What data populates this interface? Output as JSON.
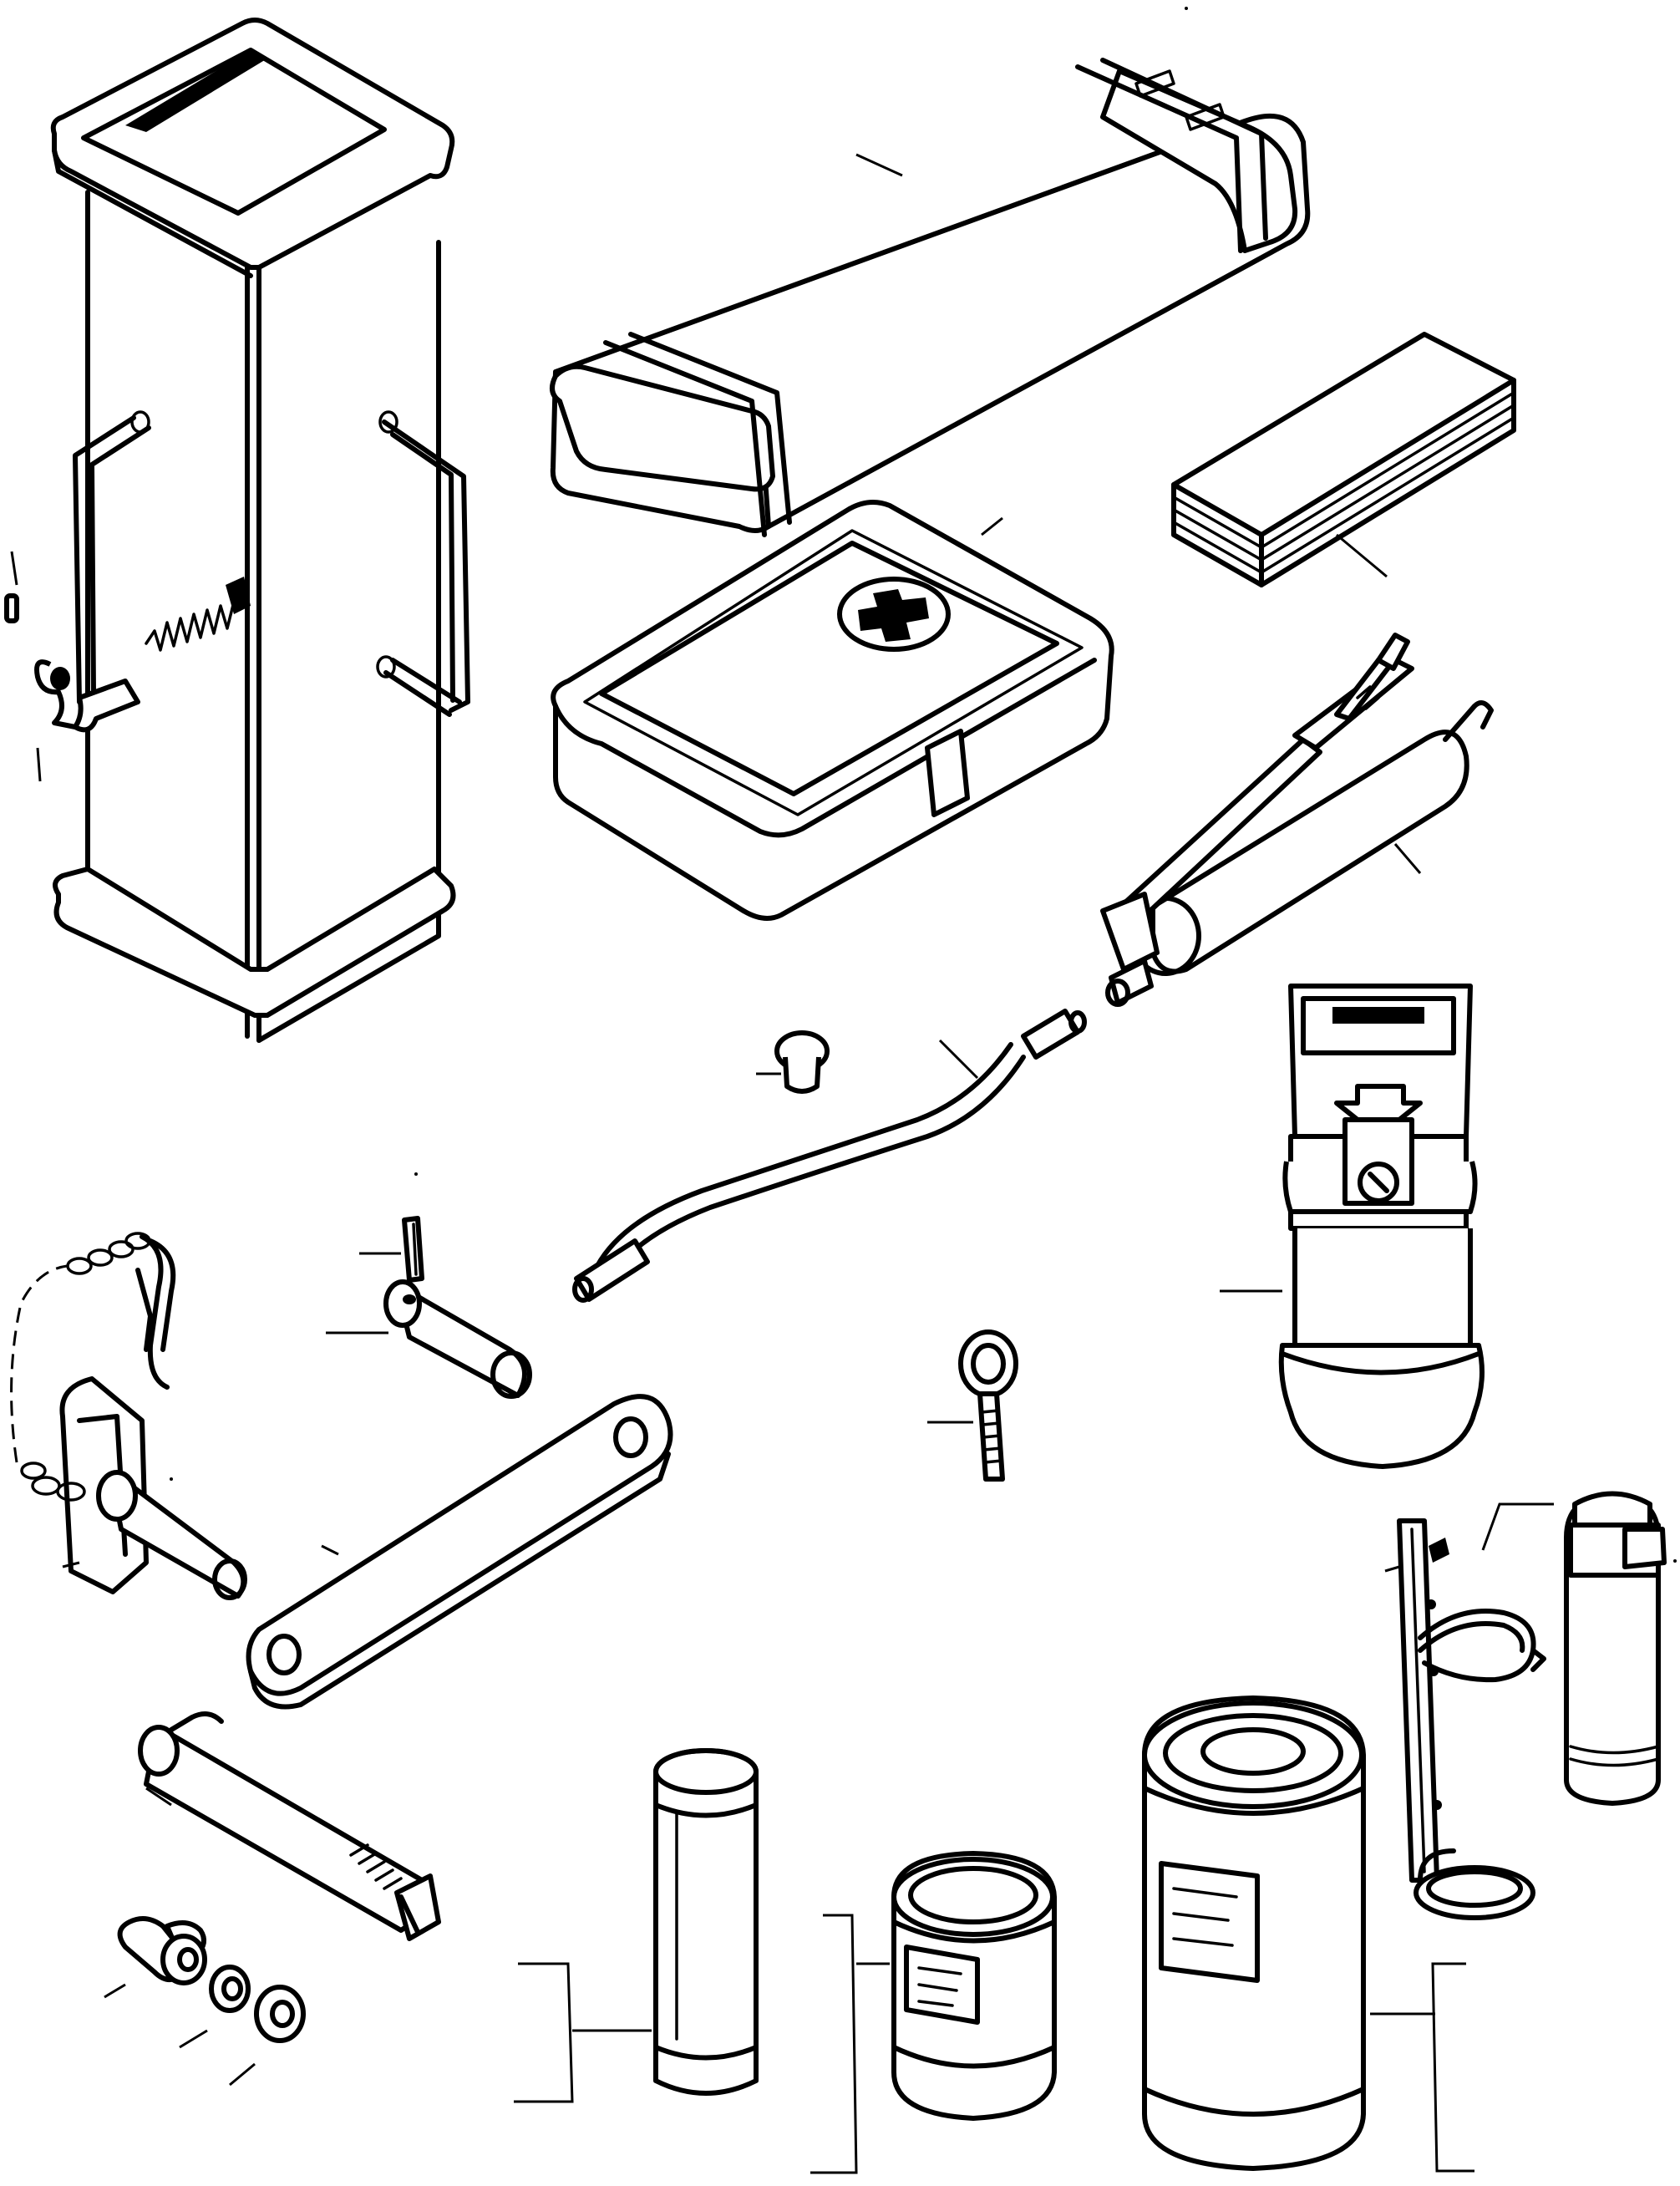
{
  "figure": {
    "kind": "exploded-parts-illustration",
    "background": "#ffffff",
    "line_color": "#000000",
    "callout_labels": []
  },
  "parts": [
    {
      "name": "tool-box-column",
      "icon": "box-column-icon"
    },
    {
      "name": "warning-triangle-case",
      "icon": "case-icon"
    },
    {
      "name": "first-aid-kit",
      "icon": "first-aid-icon"
    },
    {
      "name": "manual-booklet",
      "icon": "booklet-icon"
    },
    {
      "name": "grease-gun",
      "icon": "grease-gun-icon"
    },
    {
      "name": "grease-hose",
      "icon": "hose-icon"
    },
    {
      "name": "dust-cap",
      "icon": "cap-icon"
    },
    {
      "name": "fire-extinguisher",
      "icon": "extinguisher-icon"
    },
    {
      "name": "extinguisher-bracket",
      "icon": "bracket-icon"
    },
    {
      "name": "eye-bolt",
      "icon": "eye-bolt-icon"
    },
    {
      "name": "roll-pin",
      "icon": "pin-icon"
    },
    {
      "name": "clevis-pin",
      "icon": "pin-icon"
    },
    {
      "name": "link-bar",
      "icon": "link-bar-icon"
    },
    {
      "name": "hitch-pin-with-chain",
      "icon": "hitch-icon"
    },
    {
      "name": "spindle",
      "icon": "spindle-icon"
    },
    {
      "name": "wing-nut-and-washers",
      "icon": "wing-nut-icon"
    },
    {
      "name": "spray-can",
      "icon": "spray-can-icon"
    },
    {
      "name": "small-tin",
      "icon": "tin-icon"
    },
    {
      "name": "large-tin",
      "icon": "tin-icon"
    }
  ]
}
